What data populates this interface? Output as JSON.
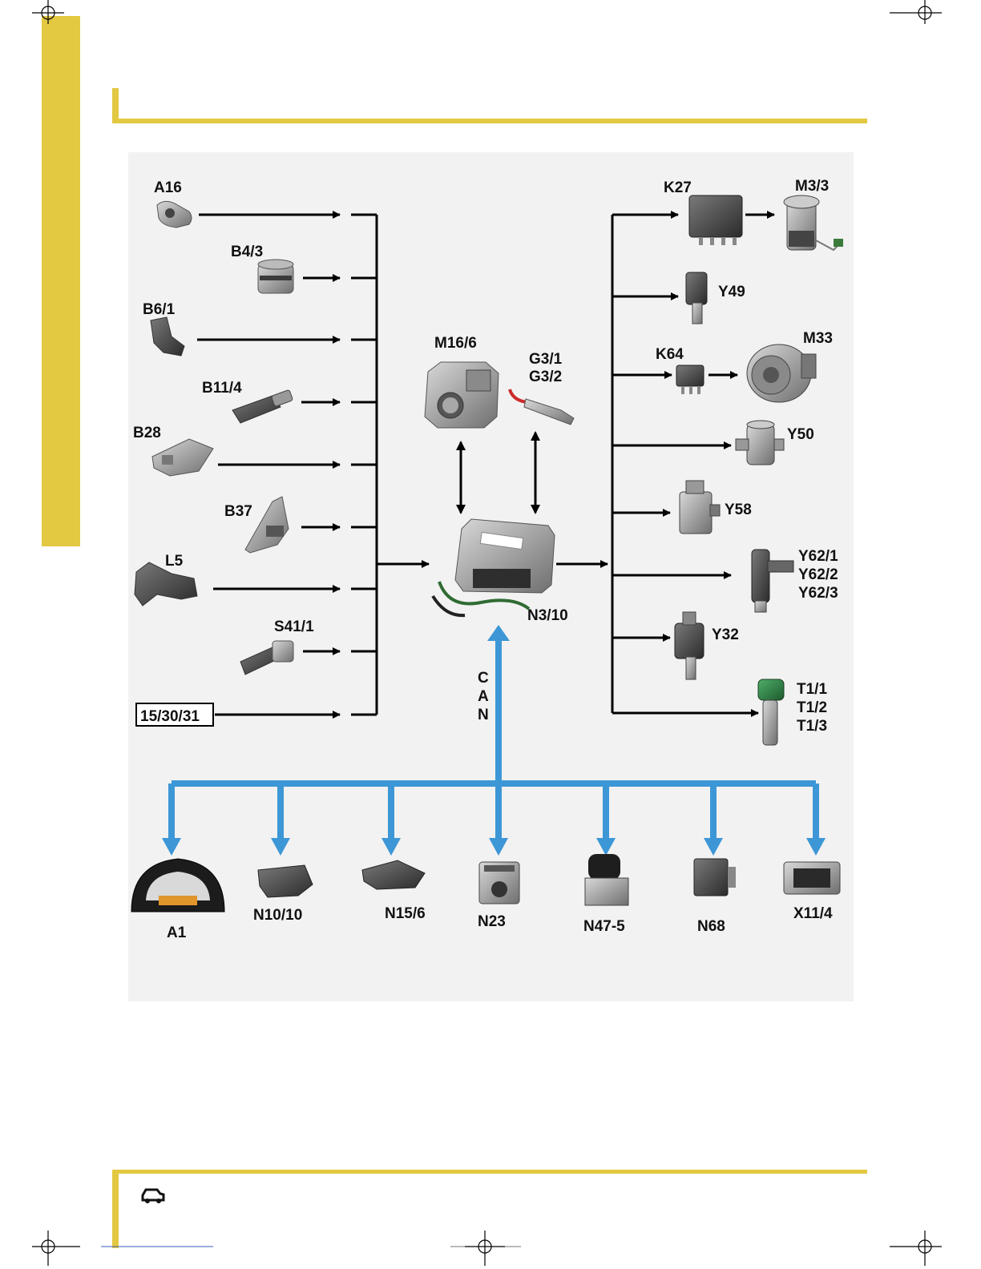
{
  "colors": {
    "accent_yellow": "#e3c841",
    "can_bus_blue": "#3d97d6",
    "signal_black": "#000000",
    "diagram_bg": "#f2f2f2"
  },
  "inputs": {
    "a16": "A16",
    "b4_3": "B4/3",
    "b6_1": "B6/1",
    "b11_4": "B11/4",
    "b28": "B28",
    "b37": "B37",
    "l5": "L5",
    "s41_1": "S41/1",
    "terminals": "15/30/31"
  },
  "center": {
    "m16_6": "M16/6",
    "g3_1": "G3/1",
    "g3_2": "G3/2",
    "ecu": "N3/10"
  },
  "outputs": {
    "k27": "K27",
    "m3_3": "M3/3",
    "y49": "Y49",
    "k64": "K64",
    "m33": "M33",
    "y50": "Y50",
    "y58": "Y58",
    "y62_1": "Y62/1",
    "y62_2": "Y62/2",
    "y62_3": "Y62/3",
    "y32": "Y32",
    "t1_1": "T1/1",
    "t1_2": "T1/2",
    "t1_3": "T1/3"
  },
  "can": {
    "letters": [
      "C",
      "A",
      "N"
    ],
    "nodes": {
      "a1": "A1",
      "n10_10": "N10/10",
      "n15_6": "N15/6",
      "n23": "N23",
      "n47_5": "N47-5",
      "n68": "N68",
      "x11_4": "X11/4"
    }
  },
  "footer": {
    "icon": "car-service-icon"
  }
}
